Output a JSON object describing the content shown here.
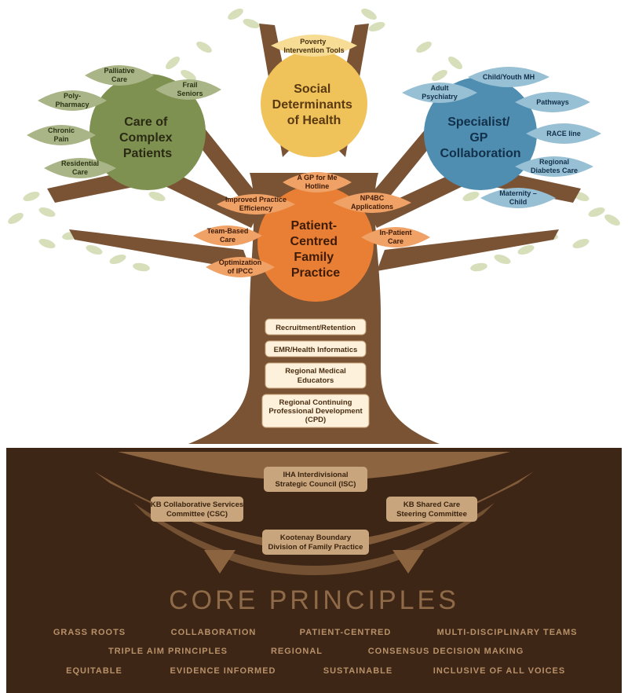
{
  "canopy": {
    "poverty_leaf": [
      "Poverty",
      "Intervention Tools"
    ],
    "social": {
      "title": [
        "Social",
        "Determinants",
        "of Health"
      ],
      "color": "#f0c25a"
    },
    "complex": {
      "title": [
        "Care of",
        "Complex",
        "Patients"
      ],
      "color": "#7e9150"
    },
    "specialist": {
      "title": [
        "Specialist/",
        "GP",
        "Collaboration"
      ],
      "color": "#4f8eb0"
    },
    "patient": {
      "title": [
        "Patient-",
        "Centred",
        "Family",
        "Practice"
      ],
      "color": "#e97f35"
    },
    "complex_leaves": [
      [
        "Palliative",
        "Care"
      ],
      [
        "Frail",
        "Seniors"
      ],
      [
        "Poly-",
        "Pharmacy"
      ],
      [
        "Chronic",
        "Pain"
      ],
      [
        "Residential",
        "Care"
      ]
    ],
    "specialist_leaves": [
      [
        "Adult",
        "Psychiatry"
      ],
      [
        "Child/Youth MH"
      ],
      [
        "Pathways"
      ],
      [
        "RACE line"
      ],
      [
        "Regional",
        "Diabetes Care"
      ],
      [
        "Maternity –",
        "Child"
      ]
    ],
    "patient_leaves": [
      [
        "A GP for Me",
        "Hotline"
      ],
      [
        "Improved Practice",
        "Efficiency"
      ],
      [
        "NP4BC",
        "Applications"
      ],
      [
        "Team-Based",
        "Care"
      ],
      [
        "In-Patient",
        "Care"
      ],
      [
        "Optimization",
        "of IPCC"
      ]
    ]
  },
  "trunk_boxes": [
    [
      "Recruitment/Retention"
    ],
    [
      "EMR/Health Informatics"
    ],
    [
      "Regional Medical",
      "Educators"
    ],
    [
      "Regional Continuing",
      "Professional Development",
      "(CPD)"
    ]
  ],
  "roots": {
    "isc": [
      "IHA Interdivisional",
      "Strategic Council (ISC)"
    ],
    "csc": [
      "KB Collaborative Services",
      "Committee (CSC)"
    ],
    "shared": [
      "KB Shared Care",
      "Steering Committee"
    ],
    "division": [
      "Kootenay Boundary",
      "Division of Family Practice"
    ]
  },
  "core": {
    "title": "CORE PRINCIPLES",
    "row1": [
      "GRASS ROOTS",
      "COLLABORATION",
      "PATIENT-CENTRED",
      "MULTI-DISCIPLINARY TEAMS"
    ],
    "row2": [
      "TRIPLE AIM PRINCIPLES",
      "REGIONAL",
      "CONSENSUS DECISION MAKING"
    ],
    "row3": [
      "EQUITABLE",
      "EVIDENCE INFORMED",
      "SUSTAINABLE",
      "INCLUSIVE OF ALL VOICES"
    ]
  },
  "colors": {
    "trunk": "#7a5335",
    "ground": "#3d2615",
    "complex_leaf": "#a9b586",
    "specialist_leaf": "#98c0d5",
    "patient_leaf": "#efa166",
    "poverty_leaf": "#f6dc95",
    "foliage": "#d6dfba"
  }
}
